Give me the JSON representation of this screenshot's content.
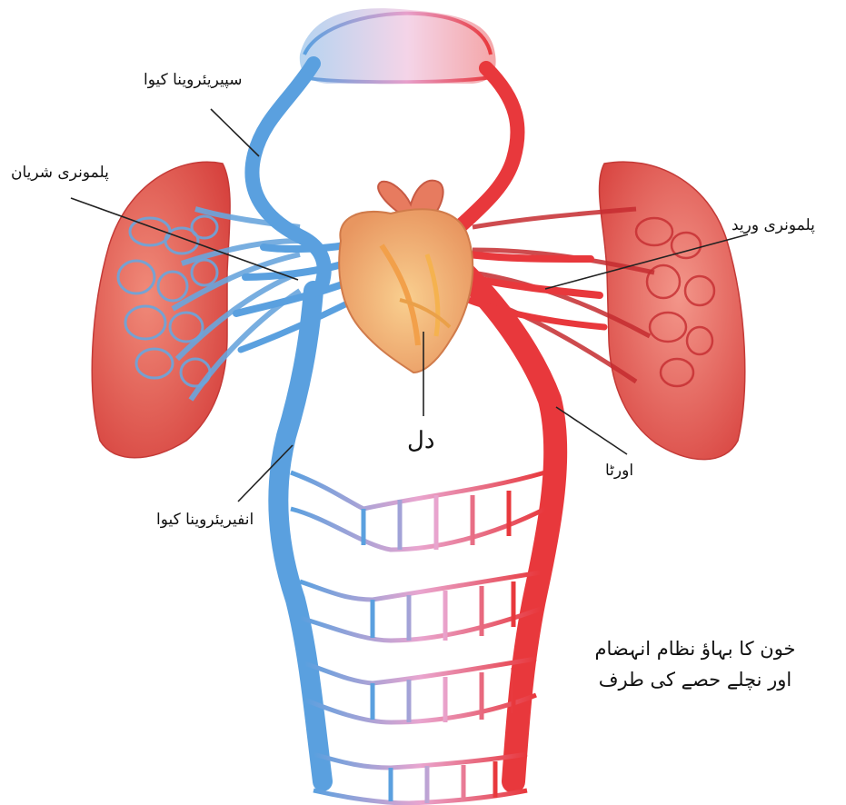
{
  "labels": {
    "superior_vena_cava": "سپیریئروینا کیوا",
    "pulmonary_artery": "پلمونری شریان",
    "pulmonary_vein": "پلمونری ورید",
    "heart": "دل",
    "aorta": "اورٹا",
    "inferior_vena_cava": "انفیریئروینا کیوا"
  },
  "caption": {
    "line1": "خون کا بہاؤ نظام انہضام",
    "line2": "اور نچلے حصے کی طرف"
  },
  "colors": {
    "vein_blue": "#5aa0df",
    "artery_red": "#e8383c",
    "lung_red": "#e2584f",
    "heart_orange": "#f2b173",
    "capillary_pink": "#e69cc2"
  }
}
